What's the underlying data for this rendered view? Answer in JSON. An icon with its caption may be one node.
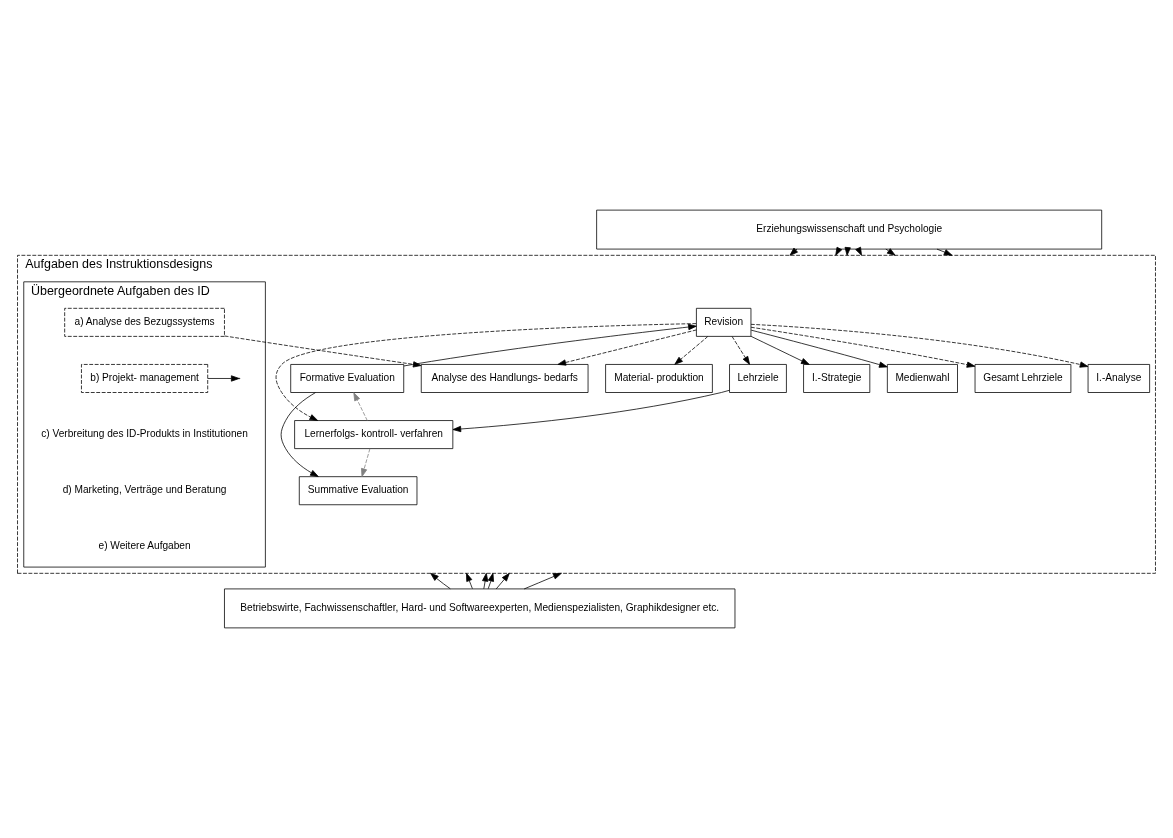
{
  "diagram": {
    "nodes": [
      {
        "text": [
          "Erziehungswissenschaft und Psychologie"
        ]
      },
      {
        "text": [
          "Aufgaben des Instruktionsdesigns"
        ]
      },
      {
        "text": [
          "Übergeordnete Aufgaben des ID"
        ],
        "in": 1
      },
      {
        "text": [
          "a) Analyse des Bezugssystems"
        ],
        "in": 2
      },
      {
        "text": [
          "b) Projekt- management"
        ],
        "in": 2
      },
      {
        "text": [
          "c) Verbreitung des ID-Produkts in Institutionen"
        ],
        "in": 2
      },
      {
        "text": [
          "d) Marketing, Verträge und Beratung"
        ],
        "in": 2
      },
      {
        "text": [
          "e) Weitere Aufgaben"
        ],
        "in": 2
      },
      {
        "text": [
          "Revision"
        ],
        "in": 1
      },
      {
        "text": [
          "Analyse des Handlungs- bedarfs"
        ],
        "in": 1
      },
      {
        "text": [
          "Gesamt Lehrziele"
        ],
        "in": 1
      },
      {
        "text": [
          "I.-Analyse"
        ],
        "in": 1
      },
      {
        "text": [
          "Lehrziele"
        ],
        "in": 1
      },
      {
        "text": [
          "I.-Strategie"
        ],
        "in": 1
      },
      {
        "text": [
          "Medienwahl"
        ],
        "in": 1
      },
      {
        "text": [
          "Material- produktion"
        ],
        "in": 1
      },
      {
        "text": [
          "Formative Evaluation"
        ],
        "in": 1
      },
      {
        "text": [
          "Lernerfolgs- kontroll- verfahren"
        ],
        "in": 1
      },
      {
        "text": [
          "Summative Evaluation"
        ],
        "in": 1
      },
      {
        "text": [
          "Betriebswirte, Fachwissenschaftler, Hard- und Softwareexperten, Medienspezialisten, Graphikdesigner etc."
        ]
      }
    ],
    "edges": [
      {
        "from": 0,
        "to": 1,
        "arrow": "to"
      },
      {
        "from": 0,
        "to": 1,
        "arrow": "to"
      },
      {
        "from": 0,
        "to": 1,
        "arrow": "to"
      },
      {
        "from": 0,
        "to": 1,
        "arrow": "to"
      },
      {
        "from": 0,
        "to": 1,
        "arrow": "to"
      },
      {
        "from": 0,
        "to": 1,
        "arrow": "to"
      },
      {
        "from": 3,
        "to": 9,
        "arrow": "to",
        "style": "dashed"
      },
      {
        "from": 4,
        "to": null,
        "arrow": "to"
      },
      {
        "from": 8,
        "to": 9,
        "arrow": "to",
        "style": "dashed"
      },
      {
        "from": 8,
        "to": 10,
        "arrow": "to",
        "style": "dashed"
      },
      {
        "from": 8,
        "to": 11,
        "arrow": "to",
        "style": "dashed"
      },
      {
        "from": 8,
        "to": 12,
        "arrow": "to",
        "style": "dashed"
      },
      {
        "from": 8,
        "to": 17,
        "arrow": "to",
        "style": "dashed"
      },
      {
        "from": 8,
        "to": 13,
        "arrow": "to"
      },
      {
        "from": 8,
        "to": 14,
        "arrow": "to"
      },
      {
        "from": 8,
        "to": 15,
        "arrow": "to",
        "style": "dashed"
      },
      {
        "from": 16,
        "to": 8,
        "arrow": "to"
      },
      {
        "from": 12,
        "to": 17,
        "arrow": "to"
      },
      {
        "from": 17,
        "to": 16,
        "arrow": "to",
        "style": "dashed",
        "color": "#808080"
      },
      {
        "from": 17,
        "to": 18,
        "arrow": "to",
        "style": "dashed",
        "color": "#808080"
      },
      {
        "from": 16,
        "to": 18,
        "arrow": "to"
      },
      {
        "from": 19,
        "to": 1,
        "arrow": "to"
      },
      {
        "from": 19,
        "to": 1,
        "arrow": "to"
      },
      {
        "from": 19,
        "to": 1,
        "arrow": "to"
      },
      {
        "from": 19,
        "to": 1,
        "arrow": "to"
      },
      {
        "from": 19,
        "to": 1,
        "arrow": "to"
      },
      {
        "from": 19,
        "to": 1,
        "arrow": "to"
      }
    ]
  }
}
